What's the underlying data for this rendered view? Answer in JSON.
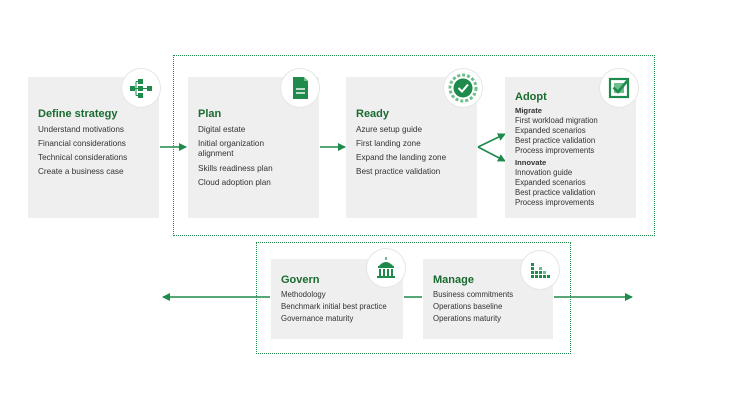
{
  "colors": {
    "accent": "#1a6b30",
    "arrow": "#1e8a4c",
    "card": "#efefef"
  },
  "define": {
    "title": "Define strategy",
    "icon": "workflow-icon",
    "items": [
      "Understand motivations",
      "Financial considerations",
      "Technical considerations",
      "Create a business case"
    ]
  },
  "plan": {
    "title": "Plan",
    "icon": "document-icon",
    "items": [
      "Digital estate",
      "Initial organization",
      "alignment",
      "Skills readiness plan",
      "Cloud adoption plan"
    ]
  },
  "ready": {
    "title": "Ready",
    "icon": "checkmark-badge-icon",
    "items": [
      "Azure setup guide",
      "First landing zone",
      "Expand the landing zone",
      "Best practice validation"
    ]
  },
  "adopt": {
    "title": "Adopt",
    "icon": "checkbox-icon",
    "migrate_label": "Migrate",
    "migrate_items": [
      "First workload migration",
      "Expanded scenarios",
      "Best practice validation",
      "Process improvements"
    ],
    "innovate_label": "Innovate",
    "innovate_items": [
      "Innovation guide",
      "Expanded scenarios",
      "Best practice validation",
      "Process improvements"
    ]
  },
  "govern": {
    "title": "Govern",
    "icon": "building-icon",
    "items": [
      "Methodology",
      "Benchmark initial best practice",
      "Governance maturity"
    ]
  },
  "manage": {
    "title": "Manage",
    "icon": "bar-chart-icon",
    "items": [
      "Business commitments",
      "Operations baseline",
      "Operations maturity"
    ]
  }
}
